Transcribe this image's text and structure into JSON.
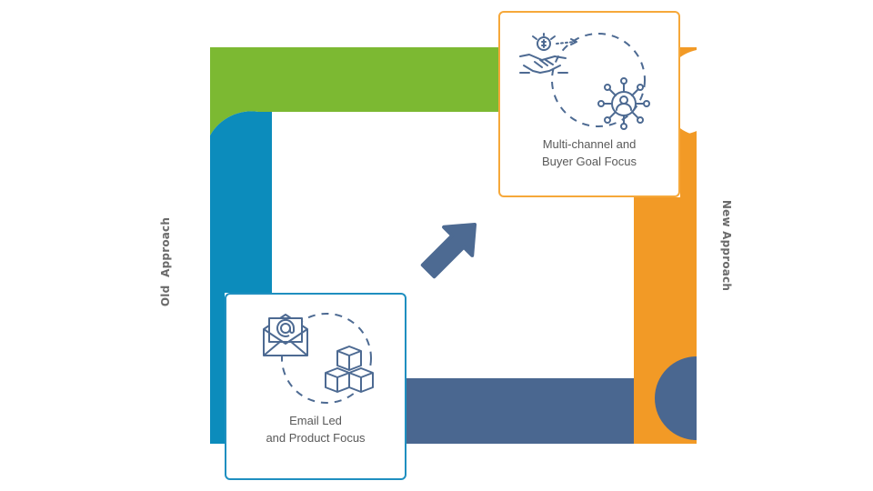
{
  "labels": {
    "old_approach": "Old  Approach",
    "new_approach": "New Approach"
  },
  "cards": {
    "new": {
      "text": "Multi-channel and\nBuyer Goal Focus",
      "icons": [
        "handshake-dollar-icon",
        "network-person-icon"
      ]
    },
    "old": {
      "text": "Email Led\nand Product Focus",
      "icons": [
        "email-envelope-icon",
        "stacked-boxes-icon"
      ]
    }
  },
  "colors": {
    "green": "#7cb932",
    "blue": "#0c8cbc",
    "navy": "#4a6790",
    "orange": "#f29a26",
    "arrow": "#4d6a92",
    "icon_stroke": "#4d6a92",
    "text": "#595959"
  }
}
